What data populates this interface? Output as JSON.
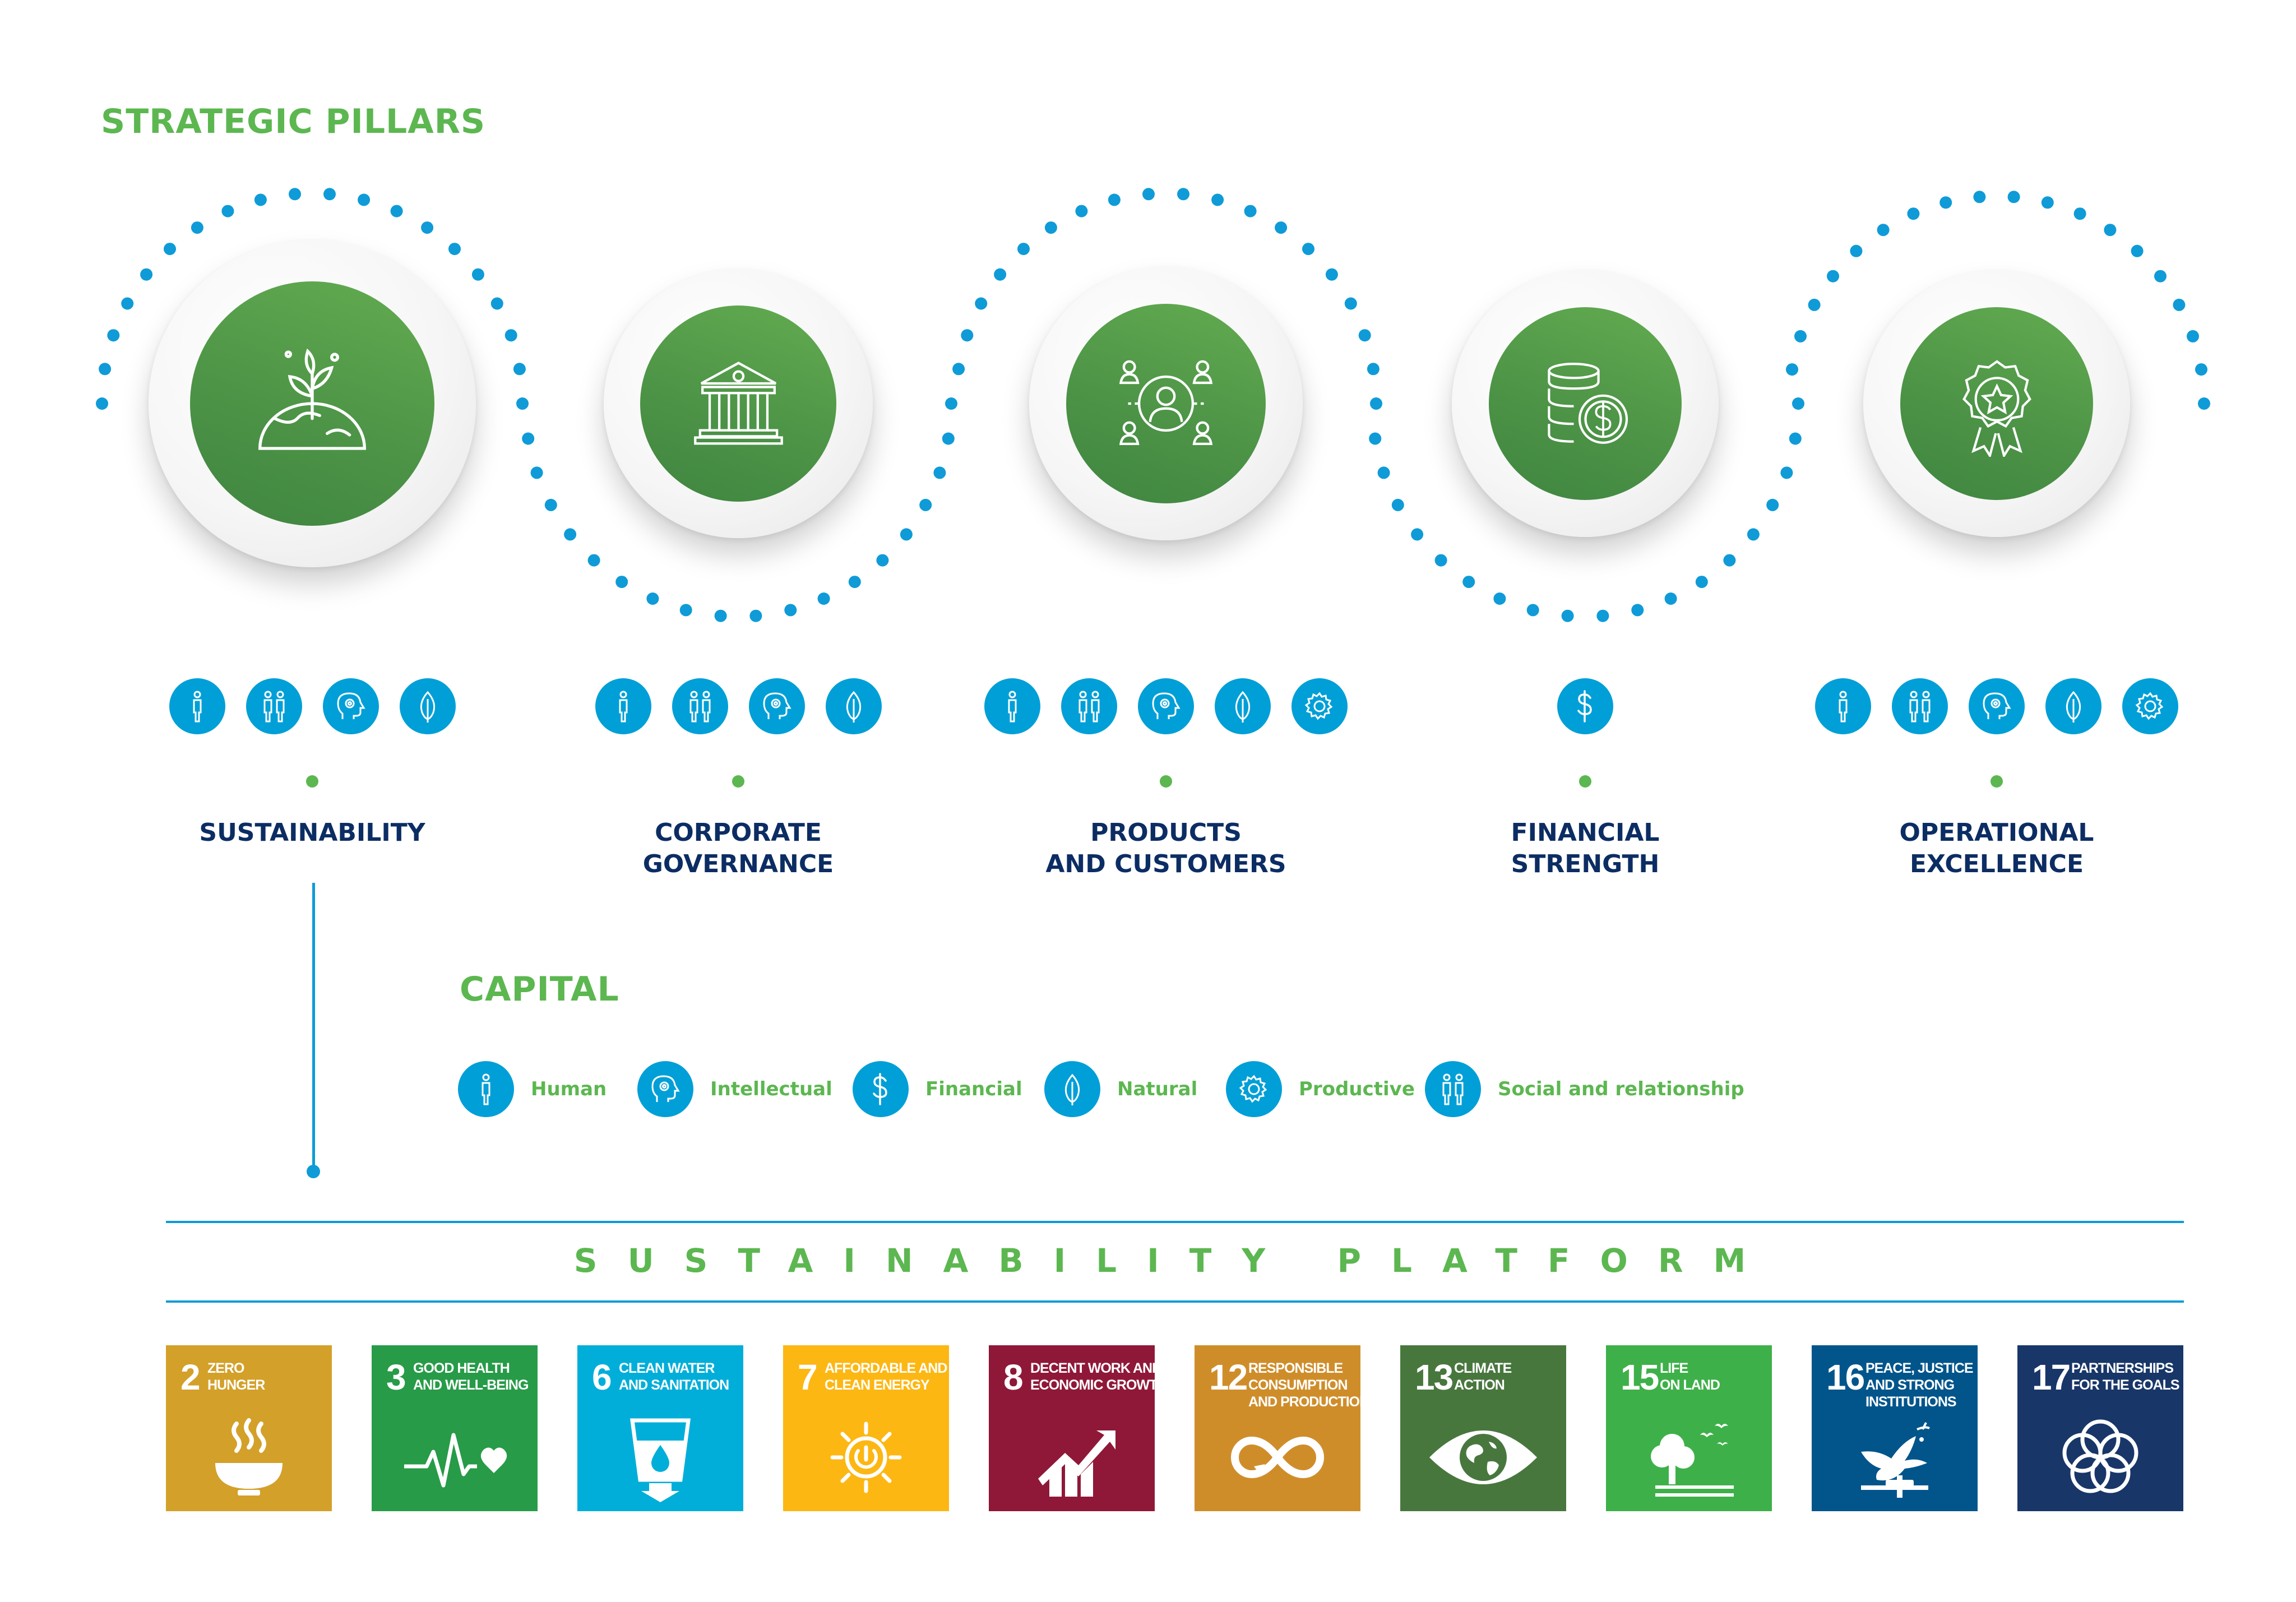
{
  "strategic_title": "STRATEGIC PILLARS",
  "capital_title": "CAPITAL",
  "platform_title": "SUSTAINABILITY PLATFORM",
  "colors": {
    "green": "#5cb750",
    "navy": "#0c2d63",
    "blue": "#009fd7"
  },
  "pillars": [
    {
      "line1": "SUSTAINABILITY",
      "line2": "",
      "icon": "plant-globe-icon",
      "capitals": [
        "human",
        "social-and-relationship",
        "intellectual",
        "natural"
      ]
    },
    {
      "line1": "CORPORATE",
      "line2": "GOVERNANCE",
      "icon": "bank-building-icon",
      "capitals": [
        "human",
        "social-and-relationship",
        "intellectual",
        "natural"
      ]
    },
    {
      "line1": "PRODUCTS",
      "line2": "AND CUSTOMERS",
      "icon": "customer-network-icon",
      "capitals": [
        "human",
        "social-and-relationship",
        "intellectual",
        "natural",
        "productive"
      ]
    },
    {
      "line1": "FINANCIAL",
      "line2": "STRENGTH",
      "icon": "coins-icon",
      "capitals": [
        "financial"
      ]
    },
    {
      "line1": "OPERATIONAL",
      "line2": "EXCELLENCE",
      "icon": "award-badge-icon",
      "capitals": [
        "human",
        "social-and-relationship",
        "intellectual",
        "natural",
        "productive"
      ]
    }
  ],
  "capitals": [
    {
      "key": "human",
      "label": "Human"
    },
    {
      "key": "intellectual",
      "label": "Intellectual"
    },
    {
      "key": "financial",
      "label": "Financial"
    },
    {
      "key": "natural",
      "label": "Natural"
    },
    {
      "key": "productive",
      "label": "Productive"
    },
    {
      "key": "social-and-relationship",
      "label": "Social and relationship"
    }
  ],
  "sdgs": [
    {
      "number": "2",
      "lines": [
        "ZERO",
        "HUNGER"
      ],
      "color": "#d3a029",
      "icon": "bowl-icon"
    },
    {
      "number": "3",
      "lines": [
        "GOOD HEALTH",
        "AND WELL-BEING"
      ],
      "color": "#279b48",
      "icon": "heartbeat-icon"
    },
    {
      "number": "6",
      "lines": [
        "CLEAN WATER",
        "AND SANITATION"
      ],
      "color": "#00aed9",
      "icon": "water-glass-icon"
    },
    {
      "number": "7",
      "lines": [
        "AFFORDABLE AND",
        "CLEAN ENERGY"
      ],
      "color": "#fdb713",
      "icon": "sun-power-icon"
    },
    {
      "number": "8",
      "lines": [
        "DECENT WORK AND",
        "ECONOMIC GROWTH"
      ],
      "color": "#8f1838",
      "icon": "growth-chart-icon"
    },
    {
      "number": "12",
      "lines": [
        "RESPONSIBLE",
        "CONSUMPTION",
        "AND PRODUCTION"
      ],
      "color": "#cf8d2a",
      "icon": "infinity-icon"
    },
    {
      "number": "13",
      "lines": [
        "CLIMATE",
        "ACTION"
      ],
      "color": "#48773e",
      "icon": "eye-globe-icon"
    },
    {
      "number": "15",
      "lines": [
        "LIFE",
        "ON LAND"
      ],
      "color": "#3eb049",
      "icon": "tree-birds-icon"
    },
    {
      "number": "16",
      "lines": [
        "PEACE, JUSTICE",
        "AND STRONG",
        "INSTITUTIONS"
      ],
      "color": "#02558b",
      "icon": "dove-gavel-icon"
    },
    {
      "number": "17",
      "lines": [
        "PARTNERSHIPS",
        "FOR THE GOALS"
      ],
      "color": "#183668",
      "icon": "rings-icon"
    }
  ]
}
